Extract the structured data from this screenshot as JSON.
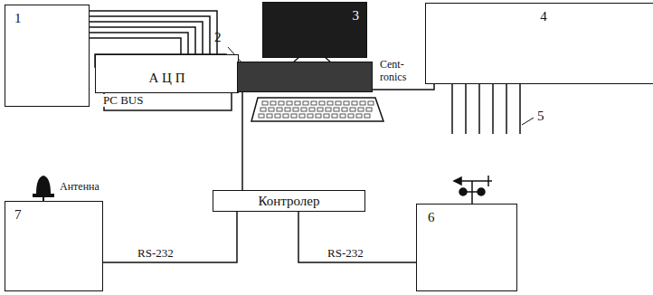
{
  "diagram": {
    "nodes": [
      {
        "text": [
          "1"
        ]
      },
      {
        "text": [
          "А Ц П"
        ]
      },
      {
        "text": [
          "3"
        ]
      },
      {
        "text": [
          "2"
        ]
      },
      {
        "text": [
          "4"
        ]
      },
      {
        "text": [
          "Контролер"
        ]
      },
      {
        "text": [
          "7"
        ]
      },
      {
        "text": [
          "6"
        ]
      }
    ],
    "edges": [
      {
        "from": 0,
        "to": 1,
        "arrow": "none"
      },
      {
        "from": 1,
        "to": 3,
        "label": "PC BUS",
        "arrow": "none"
      },
      {
        "from": 3,
        "to": 4,
        "label": "Cent- ronics",
        "arrow": "none"
      },
      {
        "from": 5,
        "to": 3,
        "arrow": "none"
      },
      {
        "from": 6,
        "to": 5,
        "label": "RS-232",
        "arrow": "none"
      },
      {
        "from": 5,
        "to": 7,
        "label": "RS-232",
        "arrow": "none"
      }
    ],
    "labels": [
      "5",
      "Антенна"
    ]
  }
}
